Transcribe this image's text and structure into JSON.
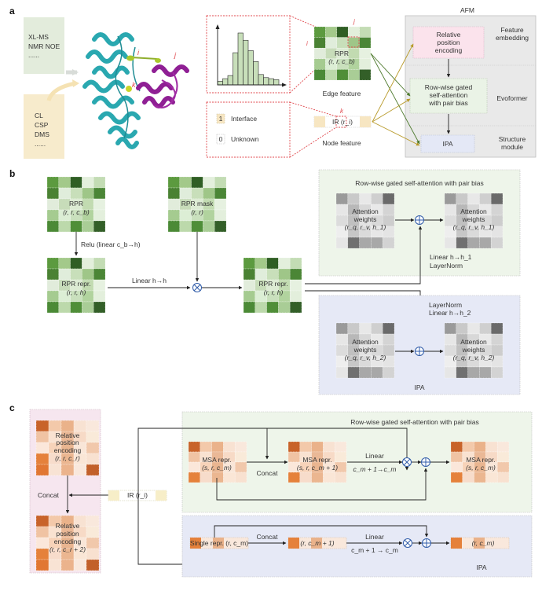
{
  "panels": {
    "a": {
      "label": "a",
      "restraint_box_1": {
        "lines": [
          "XL-MS",
          "NMR NOE",
          "......"
        ]
      },
      "restraint_box_2": {
        "lines": [
          "CL",
          "CSP",
          "DMS",
          "......"
        ]
      },
      "residue_labels": {
        "i": "i",
        "j": "j",
        "k": "k"
      },
      "histogram": {
        "bar_heights": [
          0.07,
          0.12,
          0.18,
          0.62,
          1.0,
          0.86,
          0.66,
          0.45,
          0.2,
          0.14,
          0.12,
          0.1
        ]
      },
      "edge_feature": {
        "matrix_title": "RPR",
        "matrix_subtitle": "(r, r, c_b)",
        "caption": "Edge feature",
        "row_label": "i",
        "col_label": "j"
      },
      "legend": {
        "interface_value": "1",
        "interface_label": "Interface",
        "unknown_value": "0",
        "unknown_label": "Unknown"
      },
      "node_feature": {
        "label": "IR (r_i)",
        "caption": "Node feature",
        "marker": "k"
      },
      "afm": {
        "title": "AFM",
        "blocks": [
          {
            "text": [
              "Relative",
              "position",
              "encoding"
            ],
            "stage": [
              "Feature",
              "embedding"
            ],
            "color": "#fbe3ec"
          },
          {
            "text": [
              "Row-wise gated",
              "self-attention",
              "with pair bias"
            ],
            "stage": [
              "Evoformer"
            ],
            "color": "#eaf3e6"
          },
          {
            "text": [
              "IPA"
            ],
            "stage": [
              "Structure",
              "module"
            ],
            "color": "#e4e8f6"
          }
        ]
      },
      "colors": {
        "edge_arrow": "#4e7a2e",
        "node_arrow": "#b89a2a",
        "afm_bg": "#e9e9e9"
      }
    },
    "b": {
      "label": "b",
      "rpr": {
        "title": "RPR",
        "sub": "(r, r, c_b)"
      },
      "rpr_mask": {
        "title": "RPR mask",
        "sub": "(r, r)"
      },
      "relu_label": "Relu (linear c_b→h)",
      "rpr_repr_1": {
        "title": "RPR repr.",
        "sub": "(r, r, h)"
      },
      "linear_label": "Linear h→h",
      "rpr_repr_2": {
        "title": "RPR repr.",
        "sub": "(r, r, h)"
      },
      "evoformer_box": {
        "title": "Row-wise gated self-attention with pair bias",
        "attn_in": {
          "title": [
            "Attention",
            "weights"
          ],
          "sub": "(r_q, r_v, h_1)"
        },
        "attn_out": {
          "title": [
            "Attention",
            "weights"
          ],
          "sub": "(r_q, r_v, h_1)"
        },
        "proj_label": [
          "Linear h→h_1",
          "LayerNorm"
        ]
      },
      "ipa_box": {
        "title": "IPA",
        "attn_in": {
          "title": [
            "Attention",
            "weights"
          ],
          "sub": "(r_q, r_v, h_2)"
        },
        "attn_out": {
          "title": [
            "Attention",
            "weights"
          ],
          "sub": "(r_q, r_v, h_2)"
        },
        "proj_label": [
          "LayerNorm",
          "Linear h→h_2"
        ]
      }
    },
    "c": {
      "label": "c",
      "rpe_top": {
        "title": [
          "Relative",
          "position",
          "encoding"
        ],
        "sub": "(r, r, c_r)"
      },
      "concat_label": "Concat",
      "rpe_bottom": {
        "title": [
          "Relative",
          "position",
          "encoding"
        ],
        "sub": "(r, r, c_r + 2)"
      },
      "ir_label": "IR (r_i)",
      "evoformer_box": {
        "title": "Row-wise gated self-attention with pair bias",
        "msa_in": {
          "title": "MSA repr.",
          "sub": "(s, r, c_m)"
        },
        "concat_label": "Concat",
        "msa_mid": {
          "title": "MSA repr.",
          "sub": "(s, r, c_m + 1)"
        },
        "linear_label": "Linear",
        "linear_sub": "c_m + 1→c_m",
        "msa_out": {
          "title": "MSA repr.",
          "sub": "(s, r, c_m)"
        }
      },
      "ipa_box": {
        "title": "IPA",
        "single_in": "Single repr. (r, c_m)",
        "concat_label": "Concat",
        "single_mid": "(r, c_m + 1)",
        "linear_label": "Linear",
        "linear_sub": "c_m + 1 → c_m",
        "single_out": "(r, c_m)"
      }
    }
  },
  "palettes": {
    "green": [
      "#5c9a3f",
      "#a3c98a",
      "#2f5e24",
      "#e3efdc",
      "#c3dcb4",
      "#4a8233",
      "#e0eddb",
      "#c8dfba",
      "#9fc688",
      "#4b8636",
      "#e1ecdb",
      "#c7dcb9",
      "#dcebd3",
      "#c2dbb1",
      "#e6f1e0",
      "#a5cb90",
      "#dceed5",
      "#c9e0bd",
      "#b1d39e",
      "#e3efdc",
      "#4b8a36",
      "#bcd9ab",
      "#4f8e38",
      "#a9cd96",
      "#335f28"
    ],
    "gray": [
      "#9a9a9a",
      "#c9c9c9",
      "#e8e8e8",
      "#cfcfcf",
      "#6a6a6a",
      "#e6e6e6",
      "#b8b8b8",
      "#d8d8d8",
      "#e9e9e9",
      "#d4d4d4",
      "#dcdcdc",
      "#c0c0c0",
      "#e2e2e2",
      "#d9d9d9",
      "#cdcdcd",
      "#eeeeee",
      "#c7c7c7",
      "#dadada",
      "#e7e7e7",
      "#e4e4e4",
      "#e6e6e6",
      "#707070",
      "#a8a8a8",
      "#a8a8a8",
      "#d3d3d3"
    ],
    "orange": [
      "#c8632a",
      "#f3c9aa",
      "#eab28a",
      "#f8e2d2",
      "#f9e8dc",
      "#f0c3a3",
      "#f9e2d1",
      "#eab896",
      "#f7dac6",
      "#f9ead9",
      "#fbe7da",
      "#f7d3b9",
      "#e9b590",
      "#f9e6d8",
      "#f1c8ab",
      "#e5813b",
      "#f7dccb",
      "#ebb690",
      "#fae6d6",
      "#f8e1d0",
      "#e17733",
      "#f8e3d4",
      "#ebb38c",
      "#f9e8dc",
      "#c2602a"
    ]
  }
}
